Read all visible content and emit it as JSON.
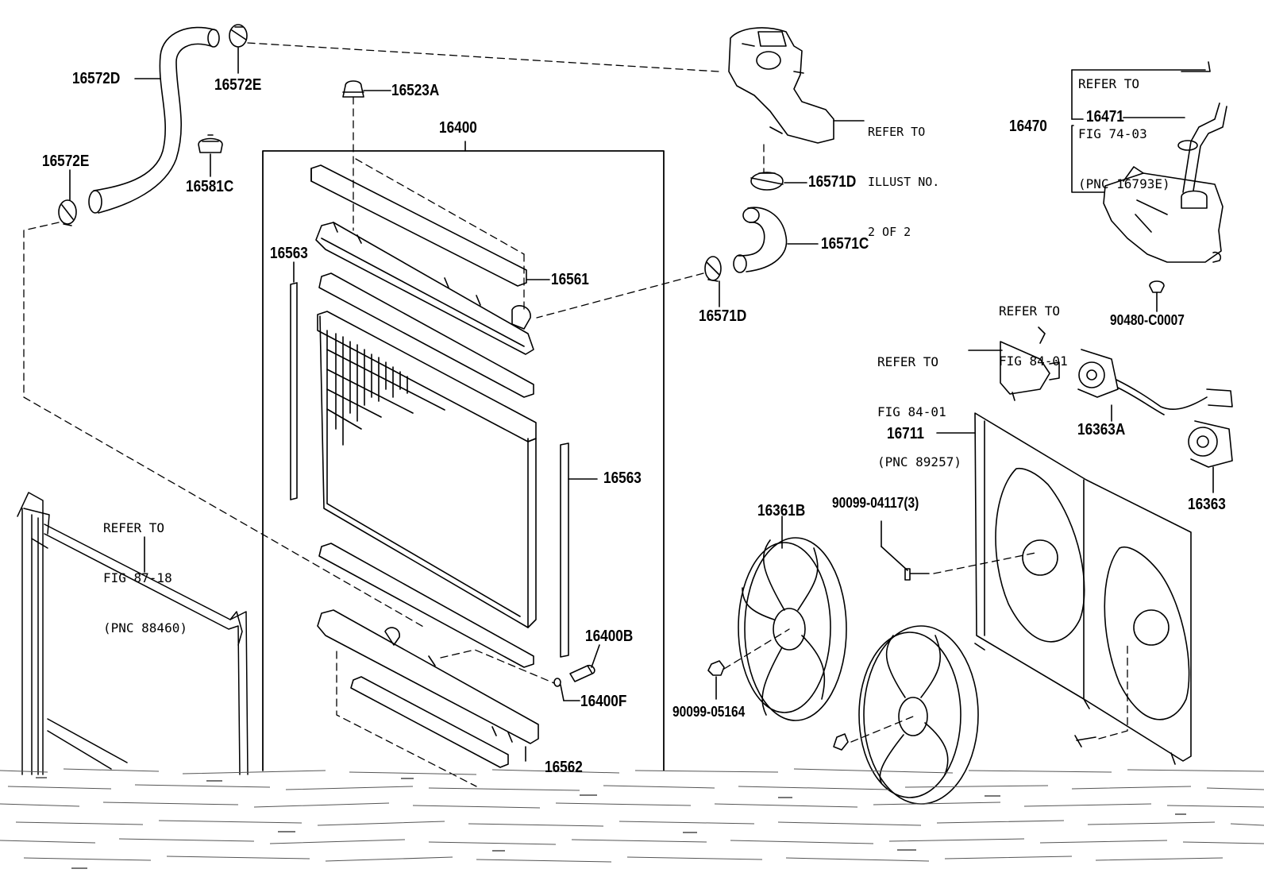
{
  "labels": [
    {
      "text": "16572D"
    },
    {
      "text": "16572E"
    },
    {
      "text": "16523A"
    },
    {
      "text": "16400"
    },
    {
      "text": "16572E"
    },
    {
      "text": "16581C"
    },
    {
      "text": "16563"
    },
    {
      "text": "16561"
    },
    {
      "text": "16571D"
    },
    {
      "text": "16571C"
    },
    {
      "text": "16571D"
    },
    {
      "text": "16563"
    },
    {
      "text": "16400B"
    },
    {
      "text": "16400F"
    },
    {
      "text": "16562"
    },
    {
      "text": "16470"
    },
    {
      "text": "16471"
    },
    {
      "text": "90480-C0007"
    },
    {
      "text": "16363A"
    },
    {
      "text": "16711"
    },
    {
      "text": "16363"
    },
    {
      "text": "16361B"
    },
    {
      "text": "90099-04117(3)"
    },
    {
      "text": "90099-05164"
    }
  ],
  "refs": [
    {
      "lines": [
        "REFER TO",
        "ILLUST NO.",
        "2 OF 2"
      ]
    },
    {
      "lines": [
        "REFER TO",
        "FIG 74-03",
        "(PNC 16793E)"
      ]
    },
    {
      "lines": [
        "REFER TO",
        "FIG 84-01"
      ]
    },
    {
      "lines": [
        "REFER TO",
        "FIG 84-01",
        "(PNC 89257)"
      ]
    },
    {
      "lines": [
        "REFER TO",
        "FIG 87-18",
        "(PNC 88460)"
      ]
    }
  ]
}
